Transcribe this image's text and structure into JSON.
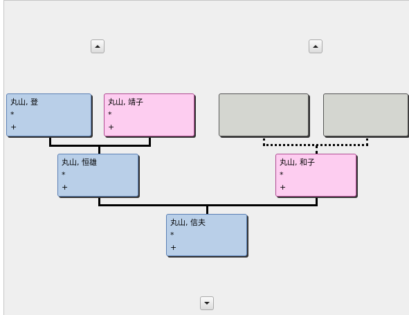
{
  "tree": {
    "nav": {
      "up_icon": "triangle-up-icon",
      "down_icon": "triangle-down-icon"
    },
    "grandfather_paternal": {
      "name": "丸山, 登",
      "birth": "*",
      "death": "+"
    },
    "grandmother_paternal": {
      "name": "丸山, 靖子",
      "birth": "*",
      "death": "+"
    },
    "father": {
      "name": "丸山, 恒雄",
      "birth": "*",
      "death": "+"
    },
    "mother": {
      "name": "丸山, 和子",
      "birth": "*",
      "death": "+"
    },
    "active": {
      "name": "丸山, 信夫",
      "birth": "*",
      "death": "+"
    },
    "colors": {
      "male": "#b9cfe8",
      "female": "#fdcdf0",
      "unknown": "#d4d6d0"
    }
  }
}
